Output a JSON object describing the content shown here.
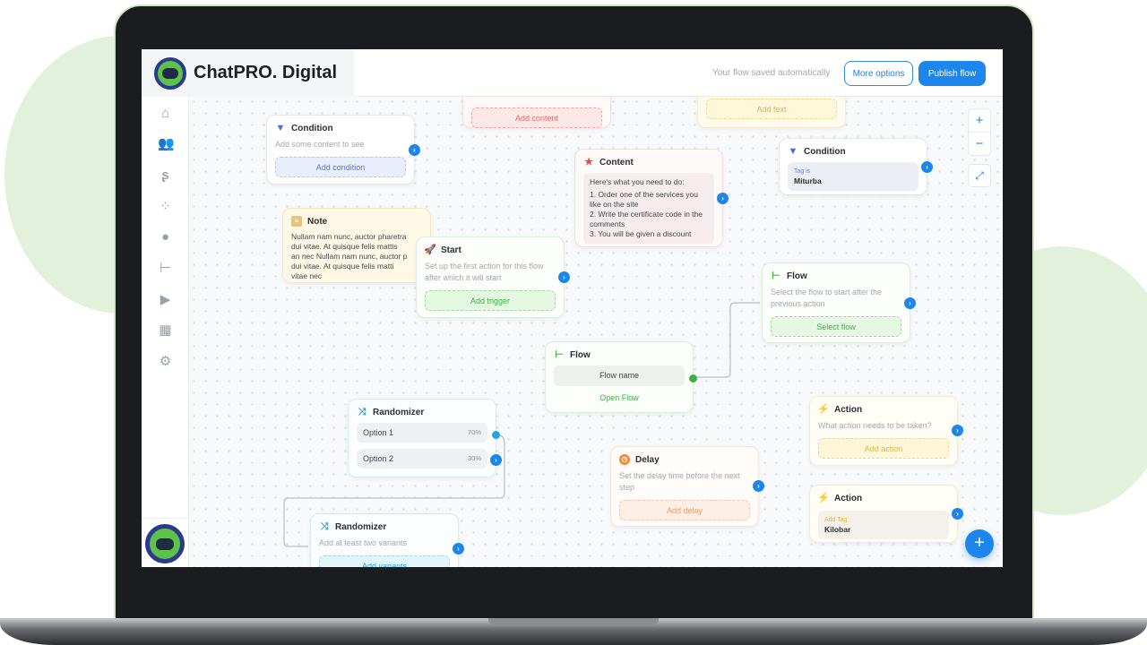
{
  "header": {
    "brand": "ChatPRO. Digital",
    "saved_status": "Your flow saved automatically",
    "more_options": "More options",
    "publish": "Publish flow"
  },
  "sidebar": {
    "items": [
      "home-icon",
      "users-icon",
      "flows-icon",
      "integrations-icon",
      "chat-icon",
      "tree-icon",
      "play-icon",
      "layout-icon",
      "settings-icon"
    ]
  },
  "canvas": {
    "top_content": {
      "button": "Add content"
    },
    "top_text": {
      "button": "Add text"
    },
    "condition1": {
      "title": "Condition",
      "subtitle": "Add some content to see",
      "button": "Add condition"
    },
    "content": {
      "title": "Content",
      "lines": [
        "Here's what you need to do:",
        "1. Order one of the services you like on the site",
        "2. Write the certificate code in the comments",
        "3. You will be given a discount"
      ]
    },
    "condition2": {
      "title": "Condition",
      "label": "Tag is",
      "value": "Miturba"
    },
    "note": {
      "title": "Note",
      "text": "Nullam nam nunc, auctor pharetra dui vitae. At quisque felis mattis an nec Nullam nam nunc, auctor p dui vitae. At quisque felis matti vitae nec"
    },
    "start": {
      "title": "Start",
      "subtitle": "Set up the first action for this flow after which it will start",
      "button": "Add trigger"
    },
    "flow_right": {
      "title": "Flow",
      "subtitle": "Select the flow to start after the previous action",
      "button": "Select flow"
    },
    "flow_mid": {
      "title": "Flow",
      "name": "Flow name",
      "link": "Open Flow"
    },
    "randomizer1": {
      "title": "Randomizer",
      "options": [
        {
          "label": "Option 1",
          "percent": "70%"
        },
        {
          "label": "Option 2",
          "percent": "30%"
        }
      ]
    },
    "action1": {
      "title": "Action",
      "subtitle": "What action needs to be taken?",
      "button": "Add action"
    },
    "delay": {
      "title": "Delay",
      "subtitle": "Set the delay time before the next step",
      "button": "Add delay"
    },
    "action2": {
      "title": "Action",
      "label": "Add Tag",
      "value": "Kilobar"
    },
    "randomizer2": {
      "title": "Randomizer",
      "subtitle": "Add at least two variants",
      "button": "Add variants"
    }
  },
  "colors": {
    "primary": "#1c86ec",
    "condition": "#4b6bdc",
    "content": "#e34b4b",
    "start": "#3cb043",
    "action": "#f5b800",
    "delay": "#ef8a2e",
    "randomizer": "#1fa8d8"
  }
}
